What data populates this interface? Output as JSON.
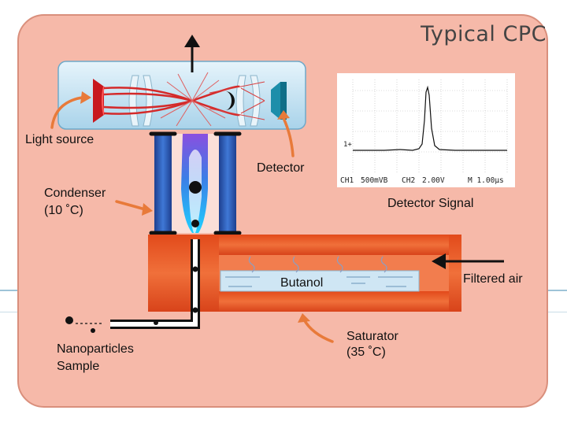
{
  "title": "Typical CPC",
  "labels": {
    "light_source": "Light source",
    "detector": "Detector",
    "condenser": "Condenser",
    "condenser_temp": "(10 ˚C)",
    "detector_signal": "Detector Signal",
    "filtered_air": "Filtered air",
    "butanol": "Butanol",
    "nanoparticles": "Nanoparticles",
    "sample": "Sample",
    "saturator": "Saturator",
    "saturator_temp": "(35 ˚C)"
  },
  "scope": {
    "marker": "1+",
    "ch1": "CH1",
    "ch1_scale": "500mVB",
    "ch2": "CH2",
    "ch2_scale": "2.00V",
    "time": "M 1.00μs"
  },
  "colors": {
    "panel": "#f6b9a9",
    "optics_box": "#c5e3f2",
    "laser": "#d42a2a",
    "saturator": "#e8531f",
    "butanol": "#cfe6f4",
    "arrow_orange": "#e87a3a"
  },
  "icons": [
    "light-source-mirror-icon",
    "detector-mirror-icon",
    "up-arrow-icon",
    "left-arrow-icon"
  ]
}
